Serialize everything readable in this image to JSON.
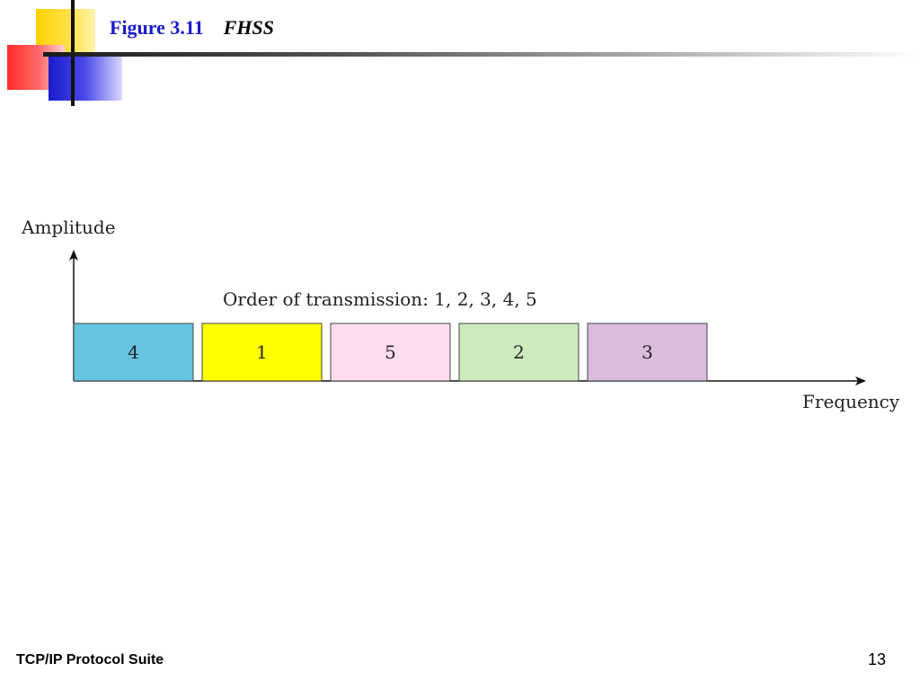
{
  "header": {
    "figure_label": "Figure 3.11",
    "figure_title": "FHSS"
  },
  "diagram": {
    "y_axis_label": "Amplitude",
    "x_axis_label": "Frequency",
    "caption": "Order of transmission: 1, 2, 3, 4, 5",
    "blocks": [
      {
        "label": "4",
        "color": "#66c4e0"
      },
      {
        "label": "1",
        "color": "#ffff00"
      },
      {
        "label": "5",
        "color": "#fcdcef"
      },
      {
        "label": "2",
        "color": "#cceabc"
      },
      {
        "label": "3",
        "color": "#dcbcdc"
      }
    ]
  },
  "footer": {
    "suite": "TCP/IP Protocol Suite",
    "page_number": "13"
  }
}
